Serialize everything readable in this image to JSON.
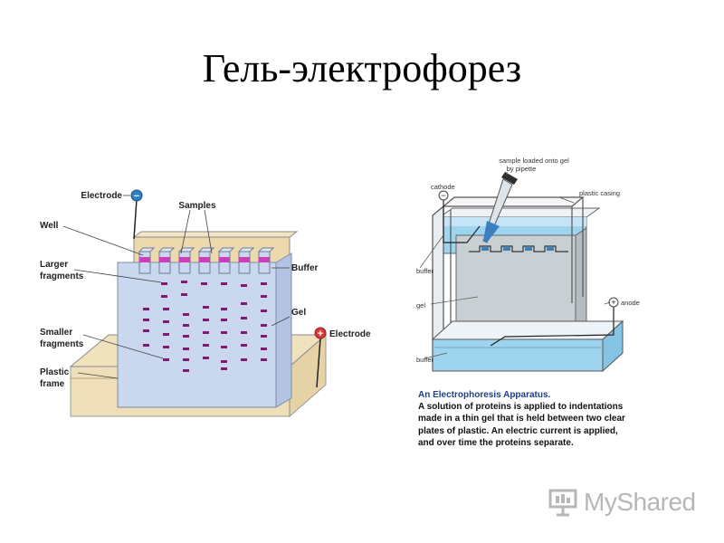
{
  "title": "Гель-электрофорез",
  "left_diagram": {
    "electrode_top": "Electrode",
    "samples": "Samples",
    "well": "Well",
    "larger_fragments": [
      "Larger",
      "fragments"
    ],
    "buffer": "Buffer",
    "gel": "Gel",
    "electrode_right": "Electrode",
    "smaller_fragments": [
      "Smaller",
      "fragments"
    ],
    "plastic_frame": [
      "Plastic",
      "frame"
    ],
    "minus_sign": "−",
    "plus_sign": "+"
  },
  "right_diagram": {
    "sample_loaded": [
      "sample loaded onto gel",
      "by pipette"
    ],
    "cathode": "cathode",
    "plastic_casing": "plastic casing",
    "buffer_top": "buffer",
    "gel": "gel",
    "anode": "anode",
    "buffer_bottom": "buffer",
    "minus_sign": "−",
    "plus_sign": "+"
  },
  "caption": {
    "title": "An Electrophoresis Apparatus.",
    "lines": [
      "A solution of proteins is applied to indentations",
      "made in a thin gel that is held between two clear",
      "plates of plastic.  An electric current is applied,",
      "and over time the proteins separate."
    ]
  },
  "logo": {
    "text": "MyShared"
  },
  "colors": {
    "gel": "#c9d7ef",
    "buffer": "#ecd9ad",
    "band": "#7a1d6e",
    "well_band": "#cc3fb8",
    "water": "#9fd4ef",
    "caption_title": "#1f3f8f"
  }
}
